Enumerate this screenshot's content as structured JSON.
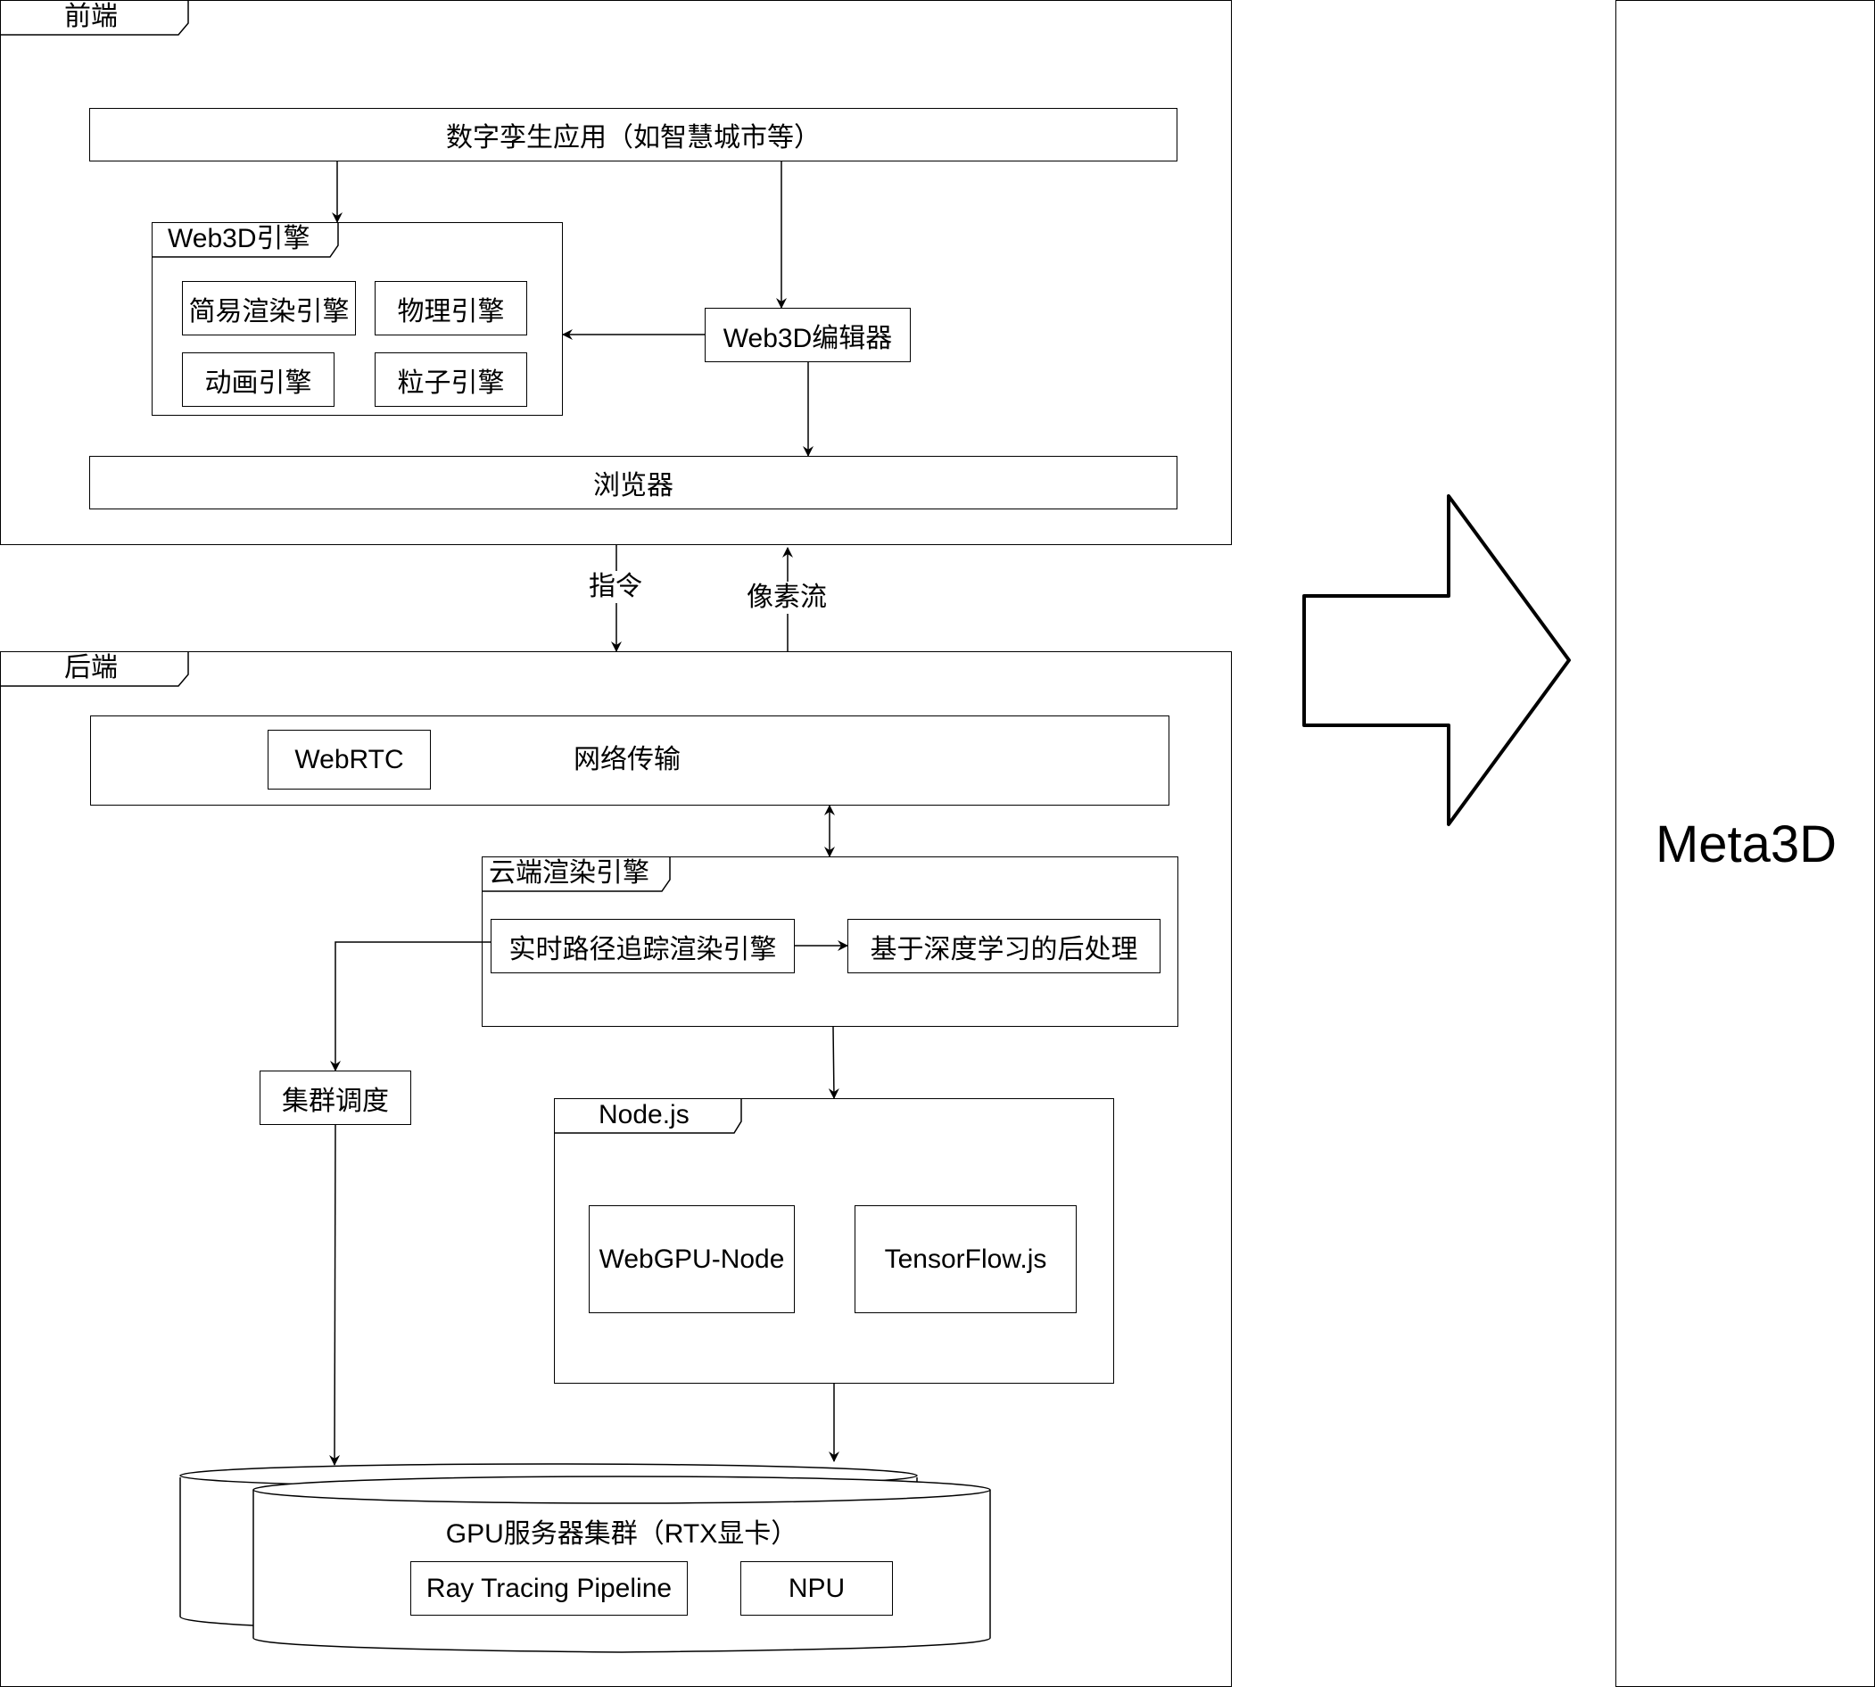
{
  "frontend": {
    "title": "前端",
    "app_box": "数字孪生应用（如智慧城市等）",
    "engine": {
      "title": "Web3D引擎",
      "modules": [
        "简易渲染引擎",
        "物理引擎",
        "动画引擎",
        "粒子引擎"
      ]
    },
    "editor": "Web3D编辑器",
    "browser": "浏览器"
  },
  "links": {
    "command": "指令",
    "pixel_stream": "像素流"
  },
  "backend": {
    "title": "后端",
    "network": {
      "label": "网络传输",
      "webrtc": "WebRTC"
    },
    "cloud_render": {
      "title": "云端渲染引擎",
      "path_tracing": "实时路径追踪渲染引擎",
      "post_processing": "基于深度学习的后处理"
    },
    "cluster_scheduling": "集群调度",
    "nodejs": {
      "title": "Node.js",
      "modules": [
        "WebGPU-Node",
        "TensorFlow.js"
      ]
    },
    "gpu_cluster": {
      "title": "GPU服务器集群（RTX显卡）",
      "modules": [
        "Ray Tracing Pipeline",
        "NPU"
      ]
    }
  },
  "target": {
    "label": "Meta3D",
    "arrow_icon": "big-right-arrow-icon"
  }
}
